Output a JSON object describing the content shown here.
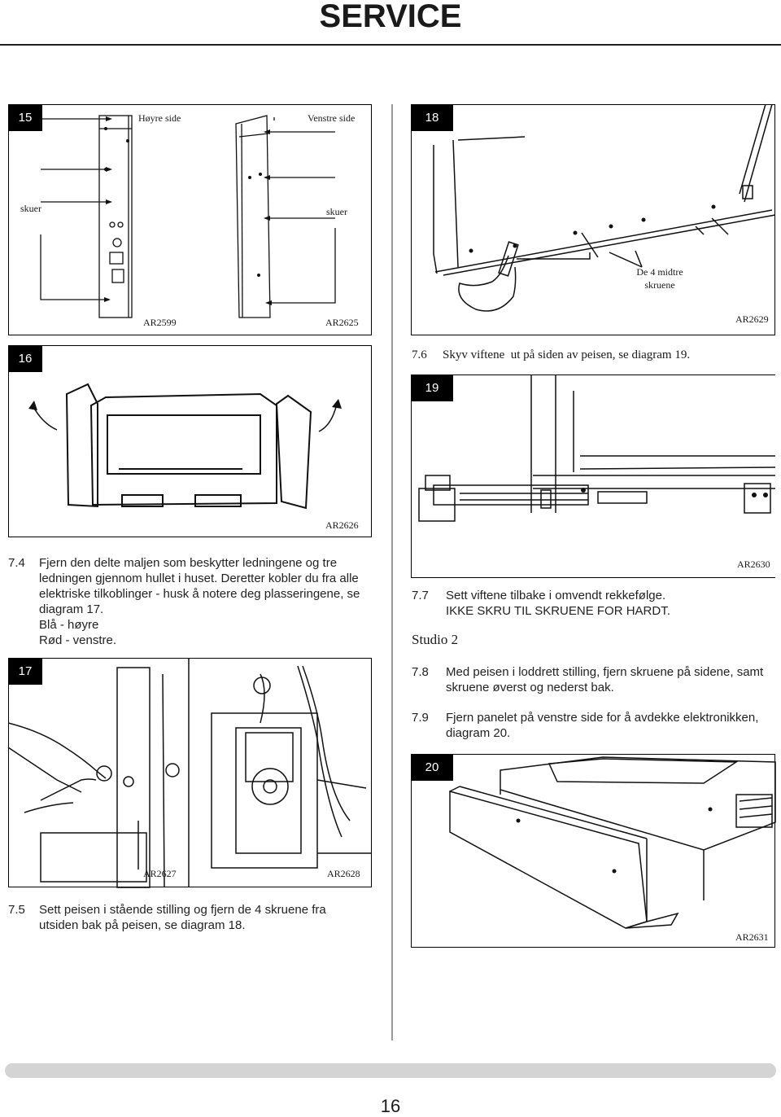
{
  "page": {
    "title": "SERVICE",
    "page_number": "16"
  },
  "fig15": {
    "number": "15",
    "right_side": "Høyre side",
    "left_side": "Venstre side",
    "screws_a": "skuer",
    "screws_b": "skuer",
    "code_a": "AR2599",
    "code_b": "AR2625"
  },
  "fig16": {
    "number": "16",
    "code": "AR2626"
  },
  "fig17": {
    "number": "17",
    "code_a": "AR2627",
    "code_b": "AR2628"
  },
  "fig18": {
    "number": "18",
    "label": "De 4 midtre skruene",
    "code": "AR2629"
  },
  "fig19": {
    "number": "19",
    "code": "AR2630"
  },
  "fig20": {
    "number": "20",
    "code": "AR2631"
  },
  "steps": {
    "s74": {
      "num": "7.4",
      "text": "Fjern den delte maljen som beskytter ledningene og tre ledningen gjennom hullet i huset. Deretter kobler du fra alle elektriske tilkoblinger - husk å notere deg plasseringene, se diagram 17.",
      "blue": "Blå - høyre",
      "red": "Rød - venstre."
    },
    "s75": {
      "num": "7.5",
      "text": "Sett peisen i stående stilling og fjern de 4 skruene fra utsiden bak på peisen, se diagram 18."
    },
    "s76": {
      "num": "7.6",
      "text": "Skyv viftene  ut på siden av peisen, se diagram 19."
    },
    "s77": {
      "num": "7.7",
      "line1": "Sett viftene tilbake i omvendt rekkefølge.",
      "line2": "IKKE SKRU TIL SKRUENE FOR HARDT."
    },
    "studio": "Studio 2",
    "s78": {
      "num": "7.8",
      "text": "Med peisen i loddrett stilling, fjern skruene på sidene, samt skruene øverst og nederst bak."
    },
    "s79": {
      "num": "7.9",
      "text": "Fjern panelet på venstre side for å avdekke elektronikken, diagram 20."
    }
  }
}
